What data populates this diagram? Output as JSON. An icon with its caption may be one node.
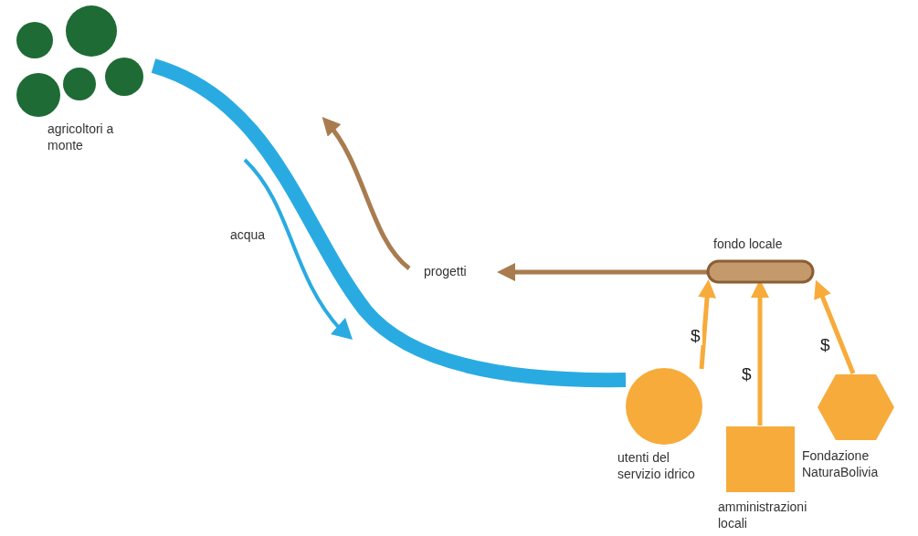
{
  "diagram": {
    "nodes": [
      {
        "text": [
          "agricoltori a monte"
        ]
      },
      {
        "text": [
          "progetti"
        ]
      },
      {
        "text": [
          "fondo locale"
        ]
      },
      {
        "text": [
          "utenti del servizio idrico"
        ]
      },
      {
        "text": [
          "amministrazioni locali"
        ]
      },
      {
        "text": [
          "Fondazione NaturaBolivia"
        ]
      }
    ],
    "edges": [
      {
        "from": 0,
        "to": 3,
        "arrow": "none",
        "style": "thick",
        "color": "#29abe2"
      },
      {
        "from": 2,
        "to": 1,
        "arrow": "to",
        "color": "#a87c4f"
      },
      {
        "from": 1,
        "to": null,
        "arrow": "to",
        "color": "#a87c4f"
      },
      {
        "from": 3,
        "to": 2,
        "arrow": "to",
        "label": "$"
      },
      {
        "from": 4,
        "to": 2,
        "arrow": "to",
        "label": "$"
      },
      {
        "from": 5,
        "to": 2,
        "arrow": "to",
        "label": "$"
      }
    ],
    "labels": [
      "acqua"
    ]
  }
}
